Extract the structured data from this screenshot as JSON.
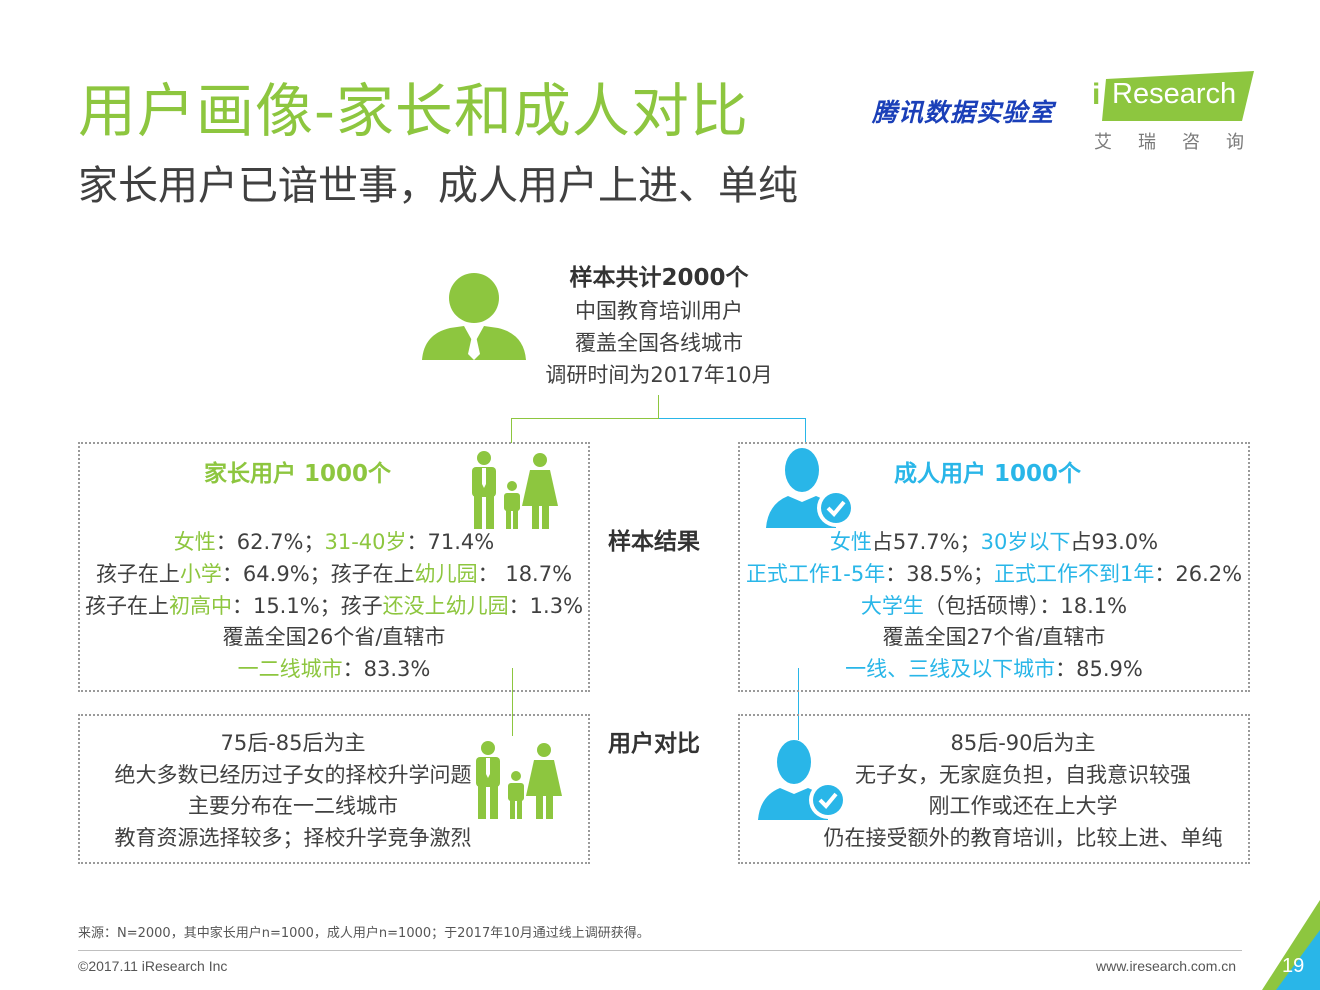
{
  "header": {
    "title": "用户画像-家长和成人对比",
    "subtitle": "家长用户已谙世事，成人用户上进、单纯",
    "logo_tencent": "腾讯数据实验室",
    "logo_iresearch_i": "i",
    "logo_iresearch": "Research",
    "logo_iresearch_cn": "艾瑞咨询"
  },
  "sample": {
    "total": "样本共计2000个",
    "line1": "中国教育培训用户",
    "line2": "覆盖全国各线城市",
    "line3": "调研时间为2017年10月"
  },
  "labels": {
    "result": "样本结果",
    "compare": "用户对比"
  },
  "parent": {
    "title": "家长用户 1000个",
    "r1": [
      {
        "t": "女性",
        "h": true
      },
      {
        "t": "：62.7%；",
        "h": false
      },
      {
        "t": "31-40岁",
        "h": true
      },
      {
        "t": "：71.4%",
        "h": false
      }
    ],
    "r2": [
      {
        "t": "孩子在上",
        "h": false
      },
      {
        "t": "小学",
        "h": true
      },
      {
        "t": "：64.9%；孩子在上",
        "h": false
      },
      {
        "t": "幼儿园",
        "h": true
      },
      {
        "t": "： 18.7%",
        "h": false
      }
    ],
    "r3": [
      {
        "t": "孩子在上",
        "h": false
      },
      {
        "t": "初高中",
        "h": true
      },
      {
        "t": "：15.1%；孩子",
        "h": false
      },
      {
        "t": "还没上幼儿园",
        "h": true
      },
      {
        "t": "：1.3%",
        "h": false
      }
    ],
    "r4": [
      {
        "t": "覆盖全国26个省/直辖市",
        "h": false
      }
    ],
    "r5": [
      {
        "t": "一二线城市",
        "h": true
      },
      {
        "t": "：83.3%",
        "h": false
      }
    ],
    "compare": [
      "75后-85后为主",
      "绝大多数已经历过子女的择校升学问题",
      "主要分布在一二线城市",
      "教育资源选择较多；择校升学竞争激烈"
    ]
  },
  "adult": {
    "title": "成人用户 1000个",
    "r1": [
      {
        "t": "女性",
        "h": true
      },
      {
        "t": "占57.7%；",
        "h": false
      },
      {
        "t": "30岁以下",
        "h": true
      },
      {
        "t": "占93.0%",
        "h": false
      }
    ],
    "r2": [
      {
        "t": "正式工作1-5年",
        "h": true
      },
      {
        "t": "：38.5%；",
        "h": false
      },
      {
        "t": "正式工作不到1年",
        "h": true
      },
      {
        "t": "：26.2%",
        "h": false
      }
    ],
    "r3": [
      {
        "t": "大学生",
        "h": true
      },
      {
        "t": "（包括硕博）：18.1%",
        "h": false
      }
    ],
    "r4": [
      {
        "t": "覆盖全国27个省/直辖市",
        "h": false
      }
    ],
    "r5": [
      {
        "t": "一线、三线及以下城市",
        "h": true
      },
      {
        "t": "：85.9%",
        "h": false
      }
    ],
    "compare": [
      "85后-90后为主",
      "无子女，无家庭负担，自我意识较强",
      "刚工作或还在上大学",
      "仍在接受额外的教育培训，比较上进、单纯"
    ]
  },
  "footer": {
    "source": "来源：N=2000，其中家长用户n=1000，成人用户n=1000；于2017年10月通过线上调研获得。",
    "copyright": "©2017.11 iResearch Inc",
    "website": "www.iresearch.com.cn",
    "page": "19"
  },
  "colors": {
    "green": "#8dc63f",
    "blue": "#29b6e8",
    "navy": "#1a3fb8"
  },
  "icons": {
    "sample": "businessman-icon",
    "parent": "family-icon",
    "adult": "user-check-icon"
  }
}
